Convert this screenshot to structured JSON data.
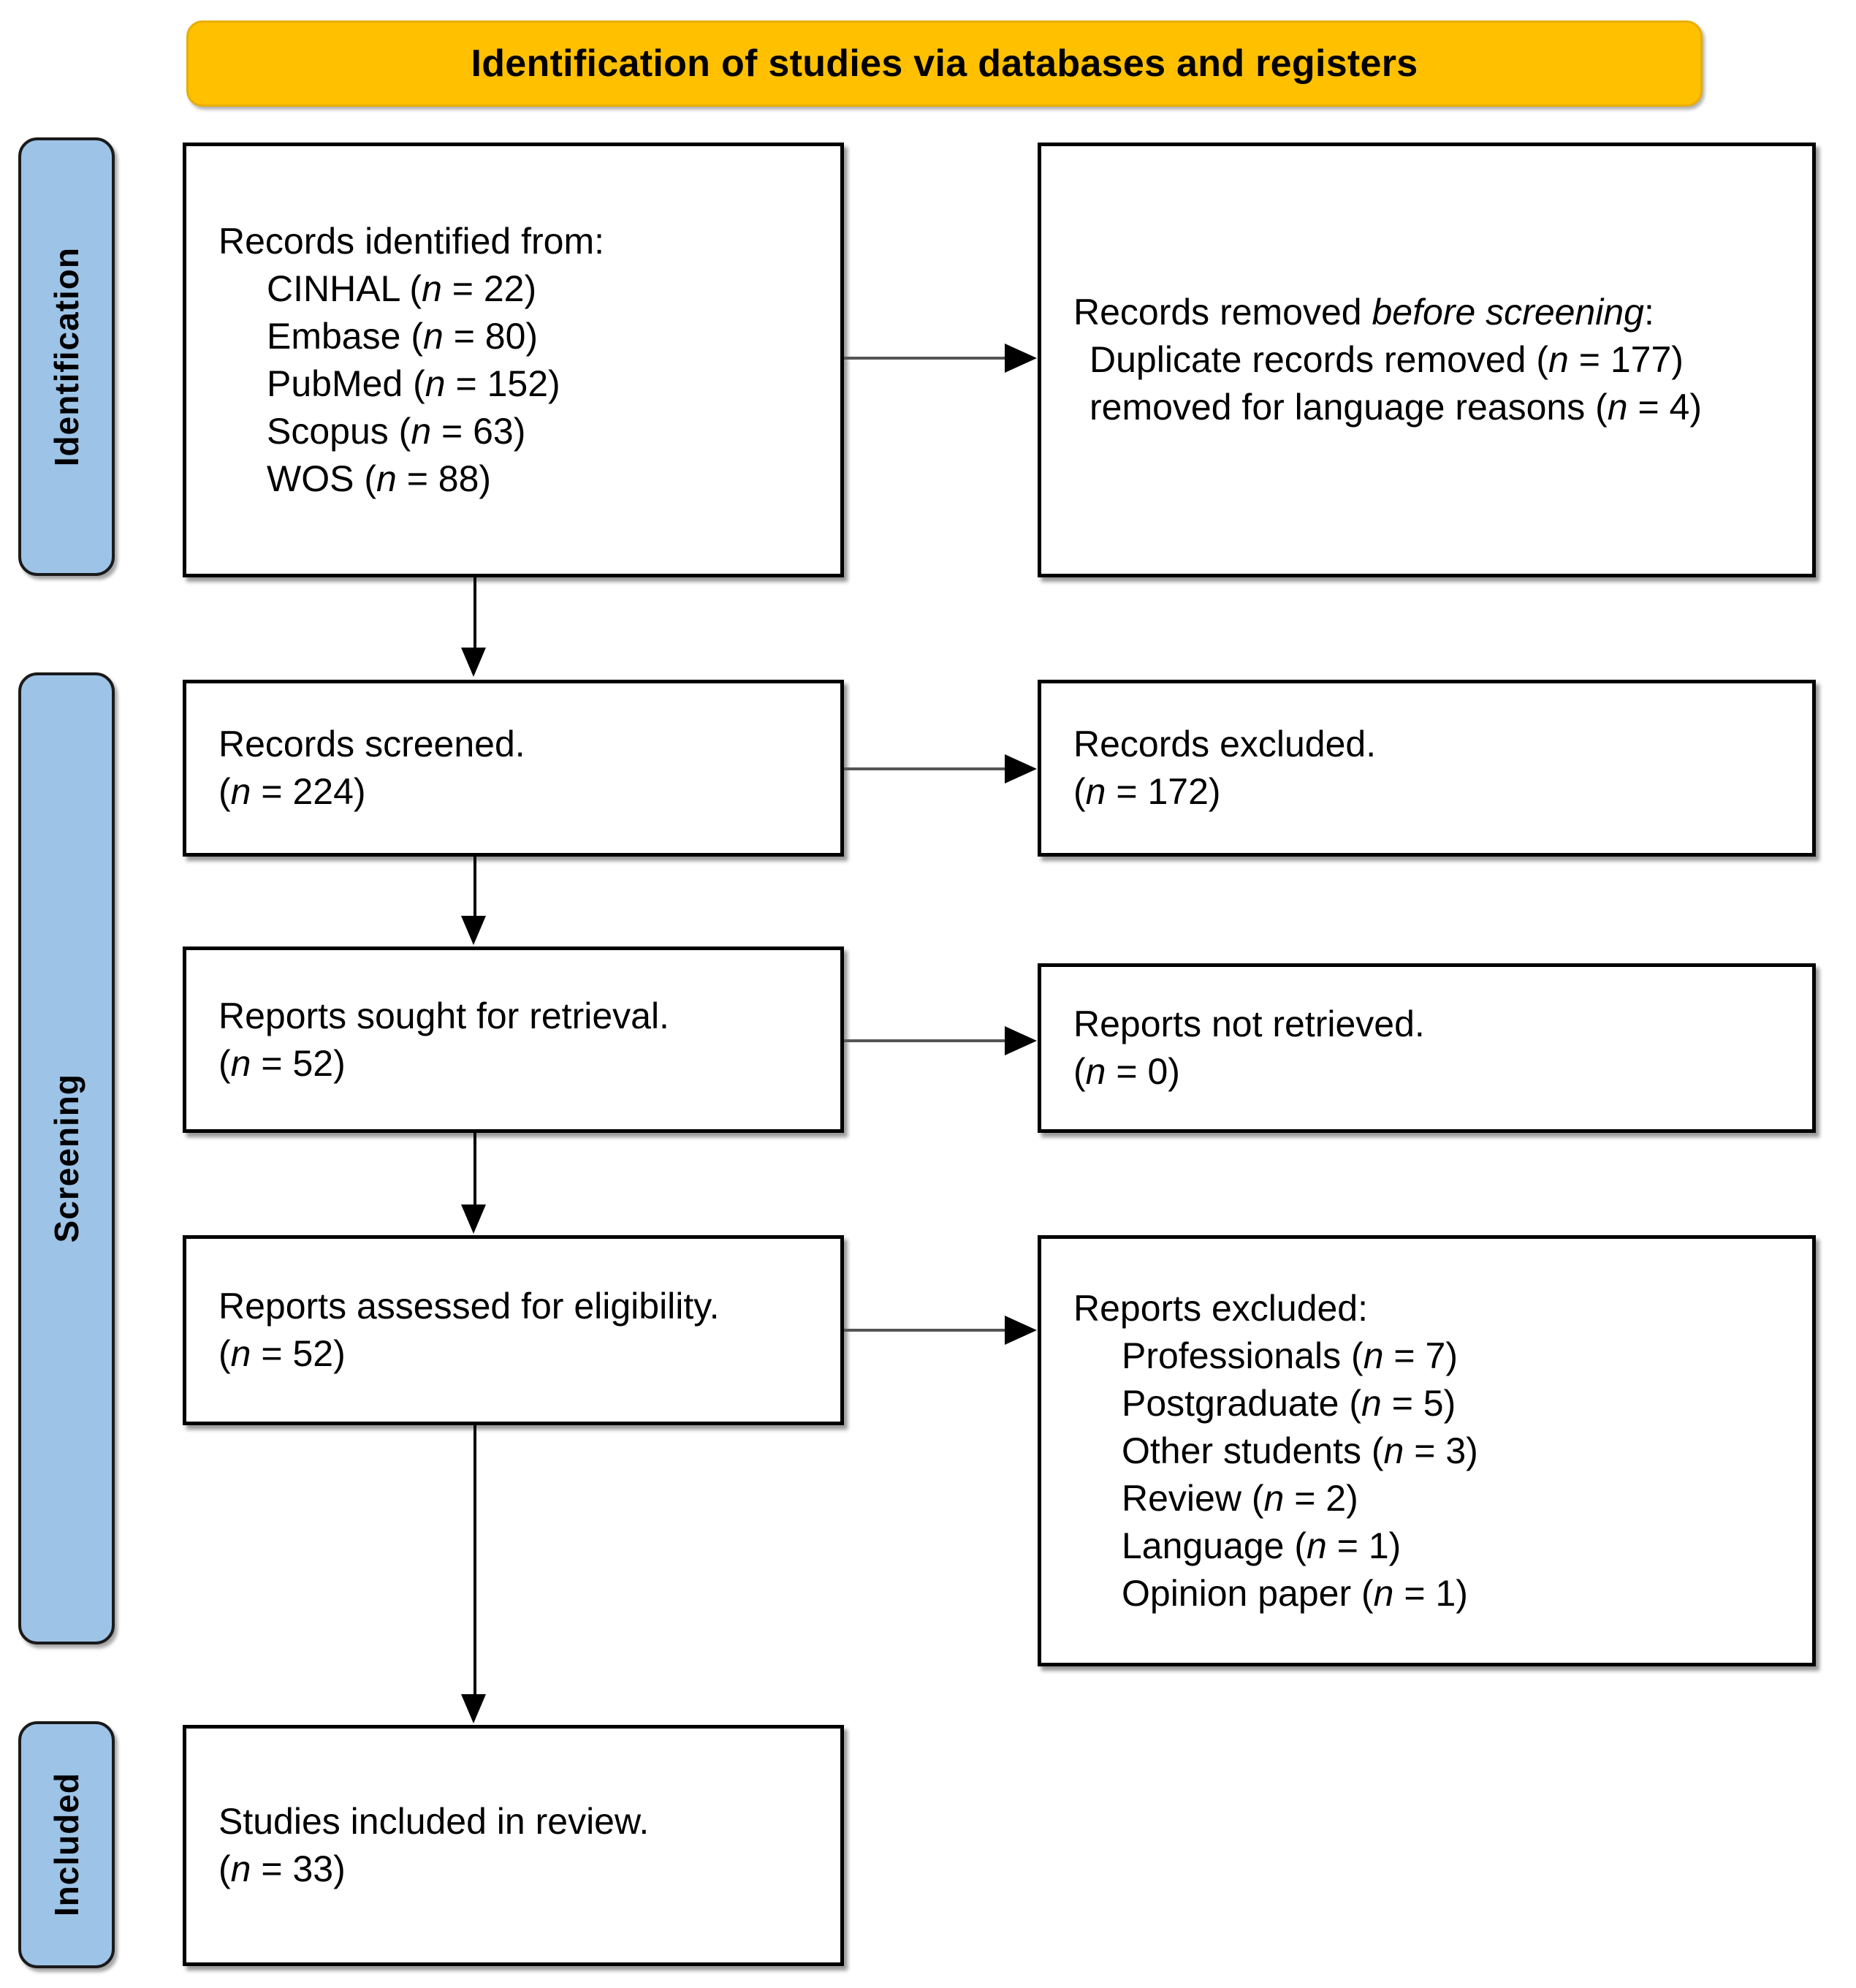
{
  "banner": {
    "title": "Identification of studies via databases and registers",
    "color": "#FFC000"
  },
  "stages": {
    "identification": "Identification",
    "screening": "Screening",
    "included": "Included",
    "color": "#9DC3E6"
  },
  "boxes": {
    "identified": {
      "heading": "Records identified from:",
      "items": [
        "CINHAL (",
        "Embase (",
        "PubMed (",
        "Scopus (",
        "WOS ("
      ],
      "sources": [
        {
          "label": "CINHAL",
          "n": "22"
        },
        {
          "label": "Embase",
          "n": "80"
        },
        {
          "label": "PubMed",
          "n": "152"
        },
        {
          "label": "Scopus",
          "n": "63"
        },
        {
          "label": "WOS",
          "n": "88"
        }
      ]
    },
    "removed": {
      "heading_prefix": "Records removed ",
      "heading_em": "before screening",
      "heading_suffix": ":",
      "lines": [
        {
          "label": "Duplicate records removed",
          "n": "177"
        },
        {
          "label": "removed for language reasons",
          "n": "4"
        }
      ]
    },
    "screened": {
      "label": "Records screened.",
      "n": "224"
    },
    "excluded": {
      "label": "Records excluded.",
      "n": "172"
    },
    "sought": {
      "label": "Reports sought for retrieval.",
      "n": "52"
    },
    "not_retrieved": {
      "label": "Reports not retrieved.",
      "n": "0"
    },
    "assessed": {
      "label": "Reports assessed for eligibility.",
      "n": "52"
    },
    "reports_excluded": {
      "heading": "Reports excluded:",
      "reasons": [
        {
          "label": "Professionals",
          "n": "7"
        },
        {
          "label": "Postgraduate",
          "n": "5"
        },
        {
          "label": "Other students",
          "n": "3"
        },
        {
          "label": "Review",
          "n": "2"
        },
        {
          "label": "Language",
          "n": "1"
        },
        {
          "label": "Opinion paper",
          "n": "1"
        }
      ]
    },
    "included": {
      "label": "Studies included in review.",
      "n": "33"
    }
  },
  "symbols": {
    "n_italic": "n",
    "equals": " = ",
    "open_paren": "(",
    "close_paren": ")"
  }
}
